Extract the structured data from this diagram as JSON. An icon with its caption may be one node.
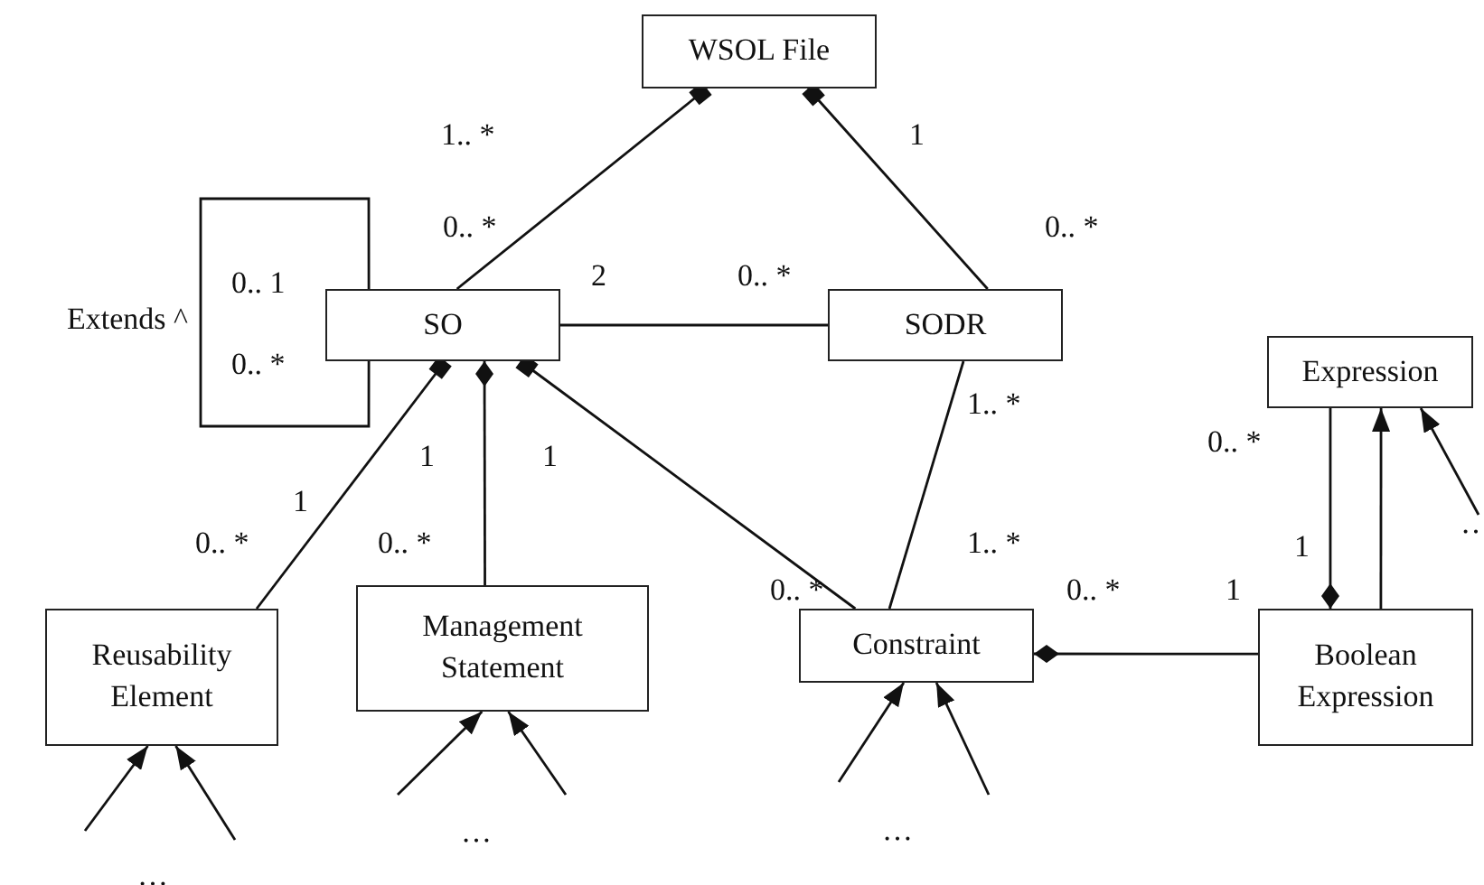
{
  "diagram": {
    "nodes": [
      {
        "text": [
          "WSOL File"
        ]
      },
      {
        "text": [
          "SO"
        ]
      },
      {
        "text": [
          "SODR"
        ]
      },
      {
        "text": [
          "Expression"
        ]
      },
      {
        "text": [
          "Reusability Element"
        ]
      },
      {
        "text": [
          "Management Statement"
        ]
      },
      {
        "text": [
          "Constraint"
        ]
      },
      {
        "text": [
          "Boolean Expression"
        ]
      }
    ],
    "edges": [
      {
        "from": 1,
        "to": 0,
        "arrow": "other"
      },
      {
        "from": 2,
        "to": 0,
        "arrow": "other"
      },
      {
        "from": 1,
        "to": 2,
        "arrow": "none"
      },
      {
        "from": 1,
        "to": 1,
        "arrow": "none",
        "label": "Extends ^"
      },
      {
        "from": 4,
        "to": 1,
        "arrow": "other"
      },
      {
        "from": 5,
        "to": 1,
        "arrow": "other"
      },
      {
        "from": 6,
        "to": 1,
        "arrow": "other"
      },
      {
        "from": 6,
        "to": 2,
        "arrow": "none"
      },
      {
        "from": 7,
        "to": 6,
        "arrow": "other"
      },
      {
        "from": 3,
        "to": 7,
        "arrow": "other"
      },
      {
        "from": 7,
        "to": 3,
        "arrow": "to"
      },
      {
        "from": null,
        "to": 3,
        "arrow": "to"
      },
      {
        "from": null,
        "to": 4,
        "arrow": "to"
      },
      {
        "from": null,
        "to": 4,
        "arrow": "to"
      },
      {
        "from": null,
        "to": 5,
        "arrow": "to"
      },
      {
        "from": null,
        "to": 5,
        "arrow": "to"
      },
      {
        "from": null,
        "to": 6,
        "arrow": "to"
      },
      {
        "from": null,
        "to": 6,
        "arrow": "to"
      }
    ],
    "labels": [
      "1.. *",
      "1",
      "0.. *",
      "0.. *",
      "0.. 1",
      "2",
      "0.. *",
      "0.. *",
      "1.. *",
      "0.. *",
      "1",
      "1",
      "1",
      "0.. *",
      "0.. *",
      "1.. *",
      "0.. *",
      "1",
      "0.. *",
      "1",
      "…",
      "…",
      "…",
      "…"
    ]
  }
}
